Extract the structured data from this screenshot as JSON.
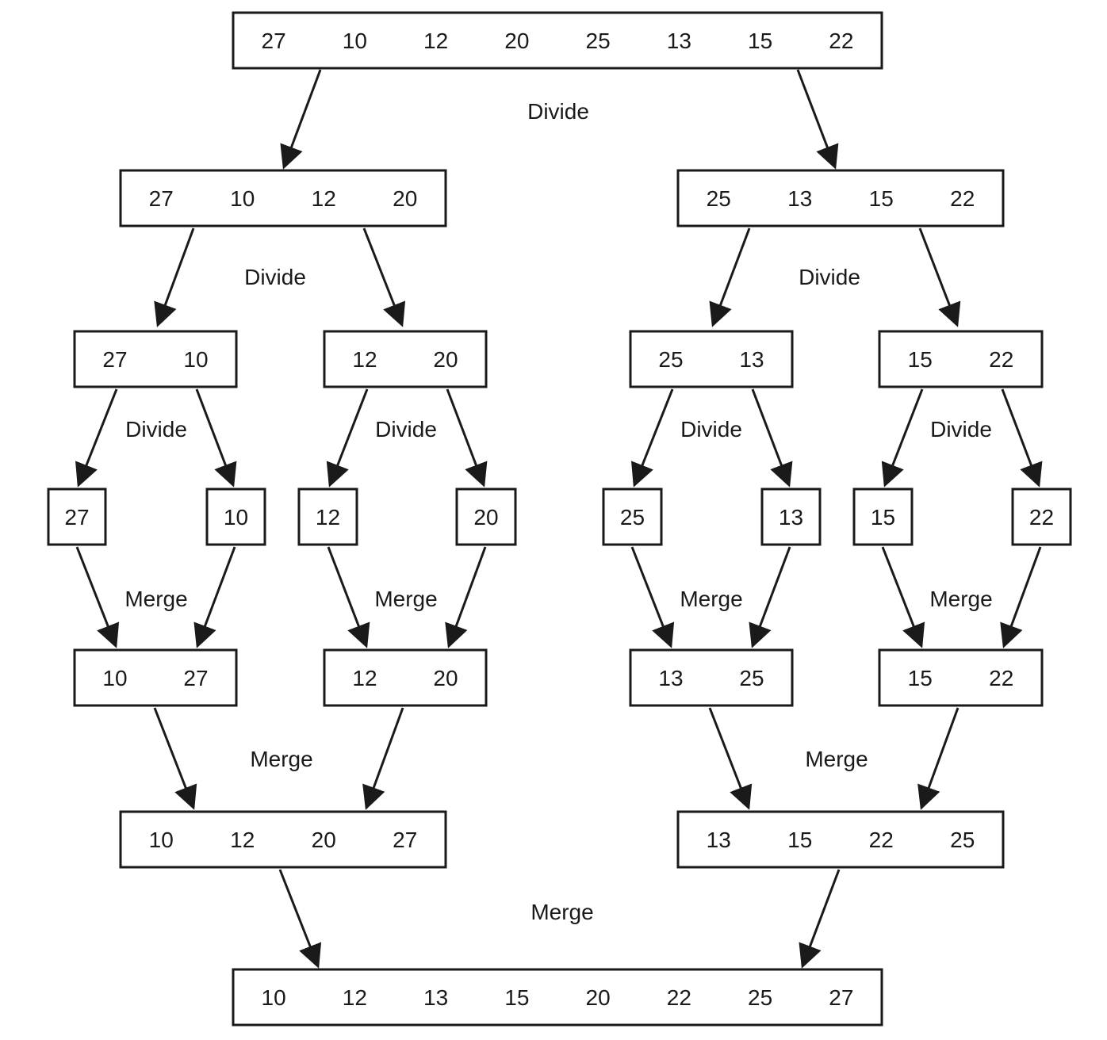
{
  "colors": {
    "stroke": "#1a1a1a",
    "background": "#ffffff"
  },
  "boxes": {
    "top": [
      "27",
      "10",
      "12",
      "20",
      "25",
      "13",
      "15",
      "22"
    ],
    "l1_left": [
      "27",
      "10",
      "12",
      "20"
    ],
    "l1_right": [
      "25",
      "13",
      "15",
      "22"
    ],
    "l2_a": [
      "27",
      "10"
    ],
    "l2_b": [
      "12",
      "20"
    ],
    "l2_c": [
      "25",
      "13"
    ],
    "l2_d": [
      "15",
      "22"
    ],
    "leaf_1": [
      "27"
    ],
    "leaf_2": [
      "10"
    ],
    "leaf_3": [
      "12"
    ],
    "leaf_4": [
      "20"
    ],
    "leaf_5": [
      "25"
    ],
    "leaf_6": [
      "13"
    ],
    "leaf_7": [
      "15"
    ],
    "leaf_8": [
      "22"
    ],
    "m1_a": [
      "10",
      "27"
    ],
    "m1_b": [
      "12",
      "20"
    ],
    "m1_c": [
      "13",
      "25"
    ],
    "m1_d": [
      "15",
      "22"
    ],
    "m2_left": [
      "10",
      "12",
      "20",
      "27"
    ],
    "m2_right": [
      "13",
      "15",
      "22",
      "25"
    ],
    "result": [
      "10",
      "12",
      "13",
      "15",
      "20",
      "22",
      "25",
      "27"
    ]
  },
  "labels": {
    "divide_top": "Divide",
    "divide_l1_left": "Divide",
    "divide_l1_right": "Divide",
    "divide_l2_a": "Divide",
    "divide_l2_b": "Divide",
    "divide_l2_c": "Divide",
    "divide_l2_d": "Divide",
    "merge_leaf_a": "Merge",
    "merge_leaf_b": "Merge",
    "merge_leaf_c": "Merge",
    "merge_leaf_d": "Merge",
    "merge_m1_left": "Merge",
    "merge_m1_right": "Merge",
    "merge_final": "Merge"
  }
}
